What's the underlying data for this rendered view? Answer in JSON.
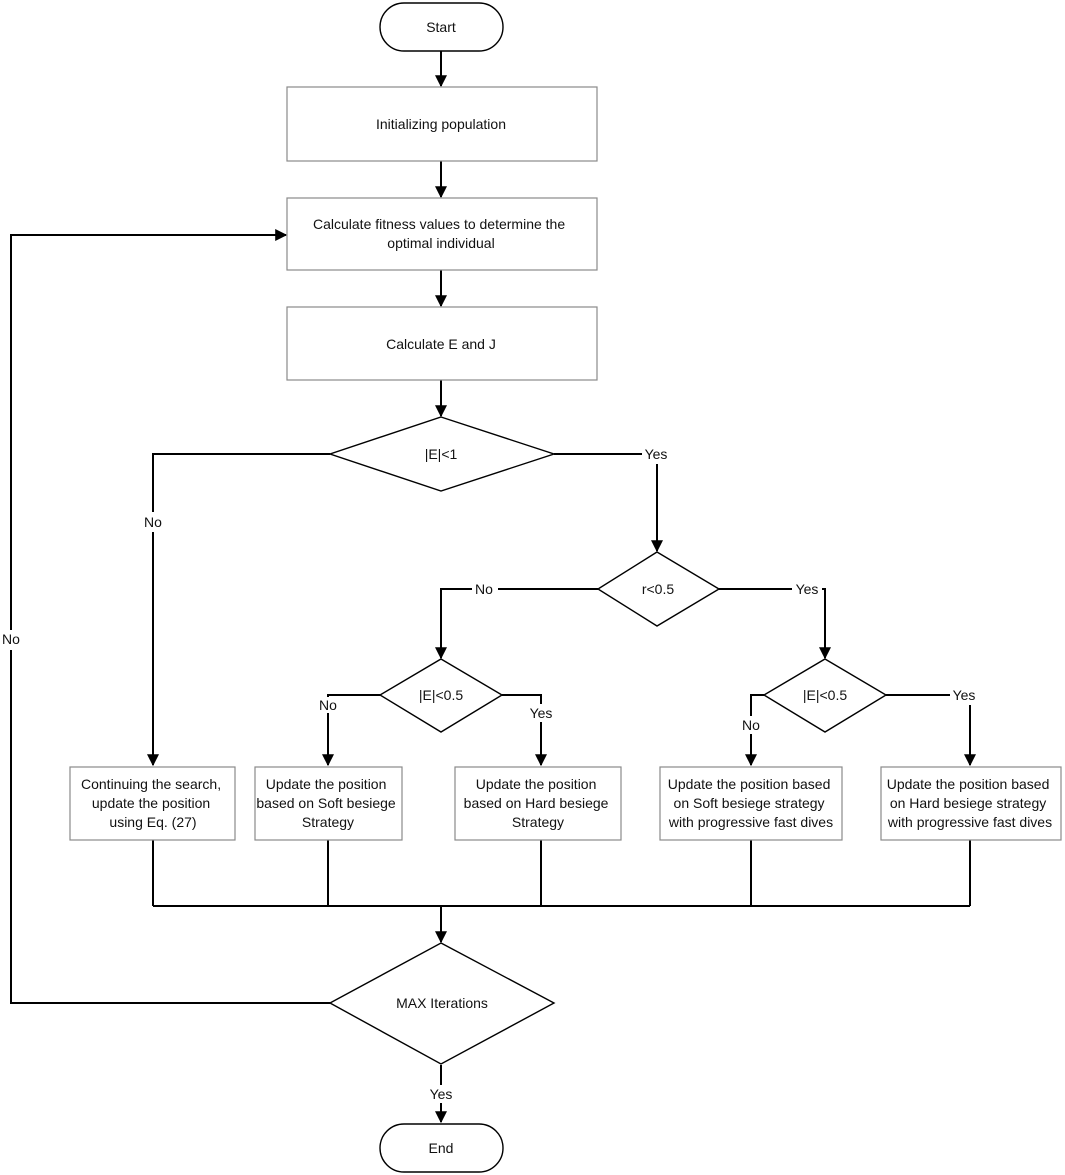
{
  "nodes": {
    "start": "Start",
    "init": "Initializing population",
    "fitness": [
      "Calculate fitness values to determine the",
      "optimal individual"
    ],
    "calc_ej": "Calculate E and J",
    "d_e1": "|E|<1",
    "d_r": "r<0.5",
    "d_e05_left": "|E|<0.5",
    "d_e05_right": "|E|<0.5",
    "continue": [
      "Continuing the search,",
      "update the position",
      "using Eq. (27)"
    ],
    "soft": [
      "Update the position",
      "based on Soft besiege",
      "Strategy"
    ],
    "hard": [
      "Update the position",
      "based on Hard besiege",
      "Strategy"
    ],
    "soft_dives": [
      "Update the position based",
      "on Soft besiege strategy",
      "with progressive fast dives"
    ],
    "hard_dives": [
      "Update the position based",
      "on Hard besiege strategy",
      "with progressive fast dives"
    ],
    "max_iter": "MAX Iterations",
    "end": "End"
  },
  "edges": {
    "e1_no": "No",
    "e1_yes": "Yes",
    "r_no": "No",
    "r_yes": "Yes",
    "e05l_no": "No",
    "e05l_yes": "Yes",
    "e05r_no": "No",
    "e05r_yes": "Yes",
    "loop_no": "No",
    "max_yes": "Yes"
  },
  "colors": {
    "line": "#000000",
    "box_border": "#8a8a8a",
    "text": "#111111"
  }
}
